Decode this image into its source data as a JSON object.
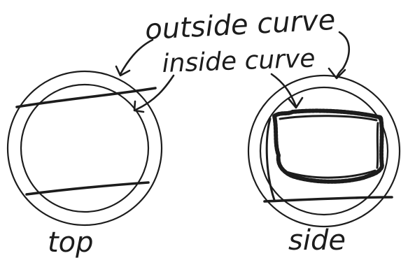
{
  "labels": {
    "outside_curve": "outside curve",
    "inside_curve": "inside curve",
    "top": "top",
    "side": "side"
  },
  "colors": {
    "ink": "#1c1c1c",
    "background": "#ffffff"
  }
}
